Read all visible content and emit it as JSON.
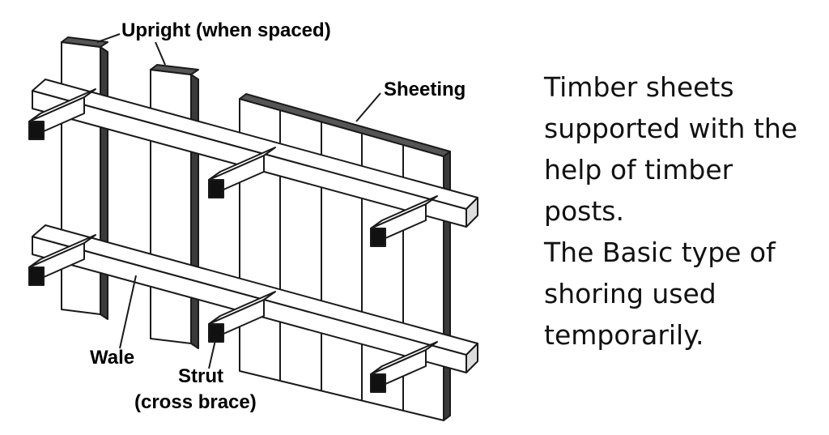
{
  "labels": {
    "upright": "Upright (when spaced)",
    "sheeting": "Sheeting",
    "wale": "Wale",
    "strut_line1": "Strut",
    "strut_line2": "(cross brace)"
  },
  "caption": {
    "lines": [
      "Timber sheets",
      "supported with the",
      "help of timber",
      "posts.",
      "The Basic type of",
      "shoring used",
      "temporarily."
    ]
  },
  "colors": {
    "stroke": "#1a1a1a",
    "fill": "#ffffff",
    "end_grain": "#111111",
    "background": "#ffffff"
  }
}
